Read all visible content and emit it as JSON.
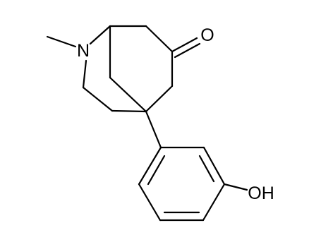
{
  "molecule": {
    "atoms": [
      {
        "id": "N",
        "label": "N"
      },
      {
        "id": "O1",
        "label": "O"
      },
      {
        "id": "OH",
        "label": "OH"
      }
    ]
  },
  "colors": {
    "bond": "#000000",
    "background": "#ffffff"
  }
}
